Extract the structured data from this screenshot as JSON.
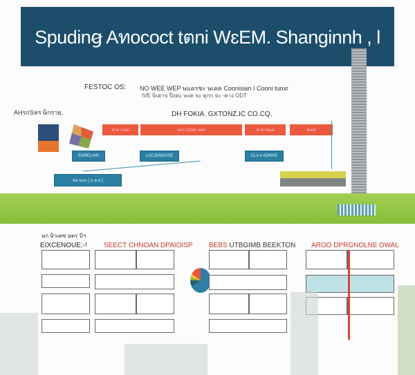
{
  "title": "Spudinꞡ Aทococt tตni WɛEM. Shanginnh , l",
  "header": {
    "line1a": "FESTOC OS:",
    "line1b": "NO WEE WEP ษแครชะ ษเคค Coonisian I Cooni tuoxr",
    "line2": "IVE ษิเตาจ ปิงตะ ษงค จะ ตุกก จะ -ตาง ODT",
    "left_label": "AHรกSหร ษิกราย,",
    "center_label": "DH FOKIA.   GXTONZ.IC   CO.CQ."
  },
  "orange_row": [
    "ชาตากอด",
    "ษถก Dhati  ษอด",
    "ศาตาคมอ",
    "ชเลห"
  ],
  "blue_boxes": [
    "ENRELAIN",
    "LACJENOSSE",
    "CLA 4 ADRHE"
  ],
  "bottom_label": "ษก ษิวเตซ ษตร บิฯ",
  "bottom_blue_bar": "ษต  ษบบ  [ ธ ต ต ]",
  "sections": [
    {
      "title": "EIXCENOUE:-!",
      "color": "#222"
    },
    {
      "title": "SEECT CHNOAN DPAIOISP",
      "color": "#c83a2c"
    },
    {
      "title": "BEBS UTBGIMB BEEKTON",
      "color": "#333"
    },
    {
      "title": "AROO DPRGNOLNE DWAL",
      "color": "#c83a2c"
    }
  ],
  "section_prefix_red": "BEBS",
  "colors": {
    "banner": "#1c4e6b",
    "orange": "#ec5a3e",
    "blue": "#2a7fa3",
    "green": "#8dc63f"
  }
}
